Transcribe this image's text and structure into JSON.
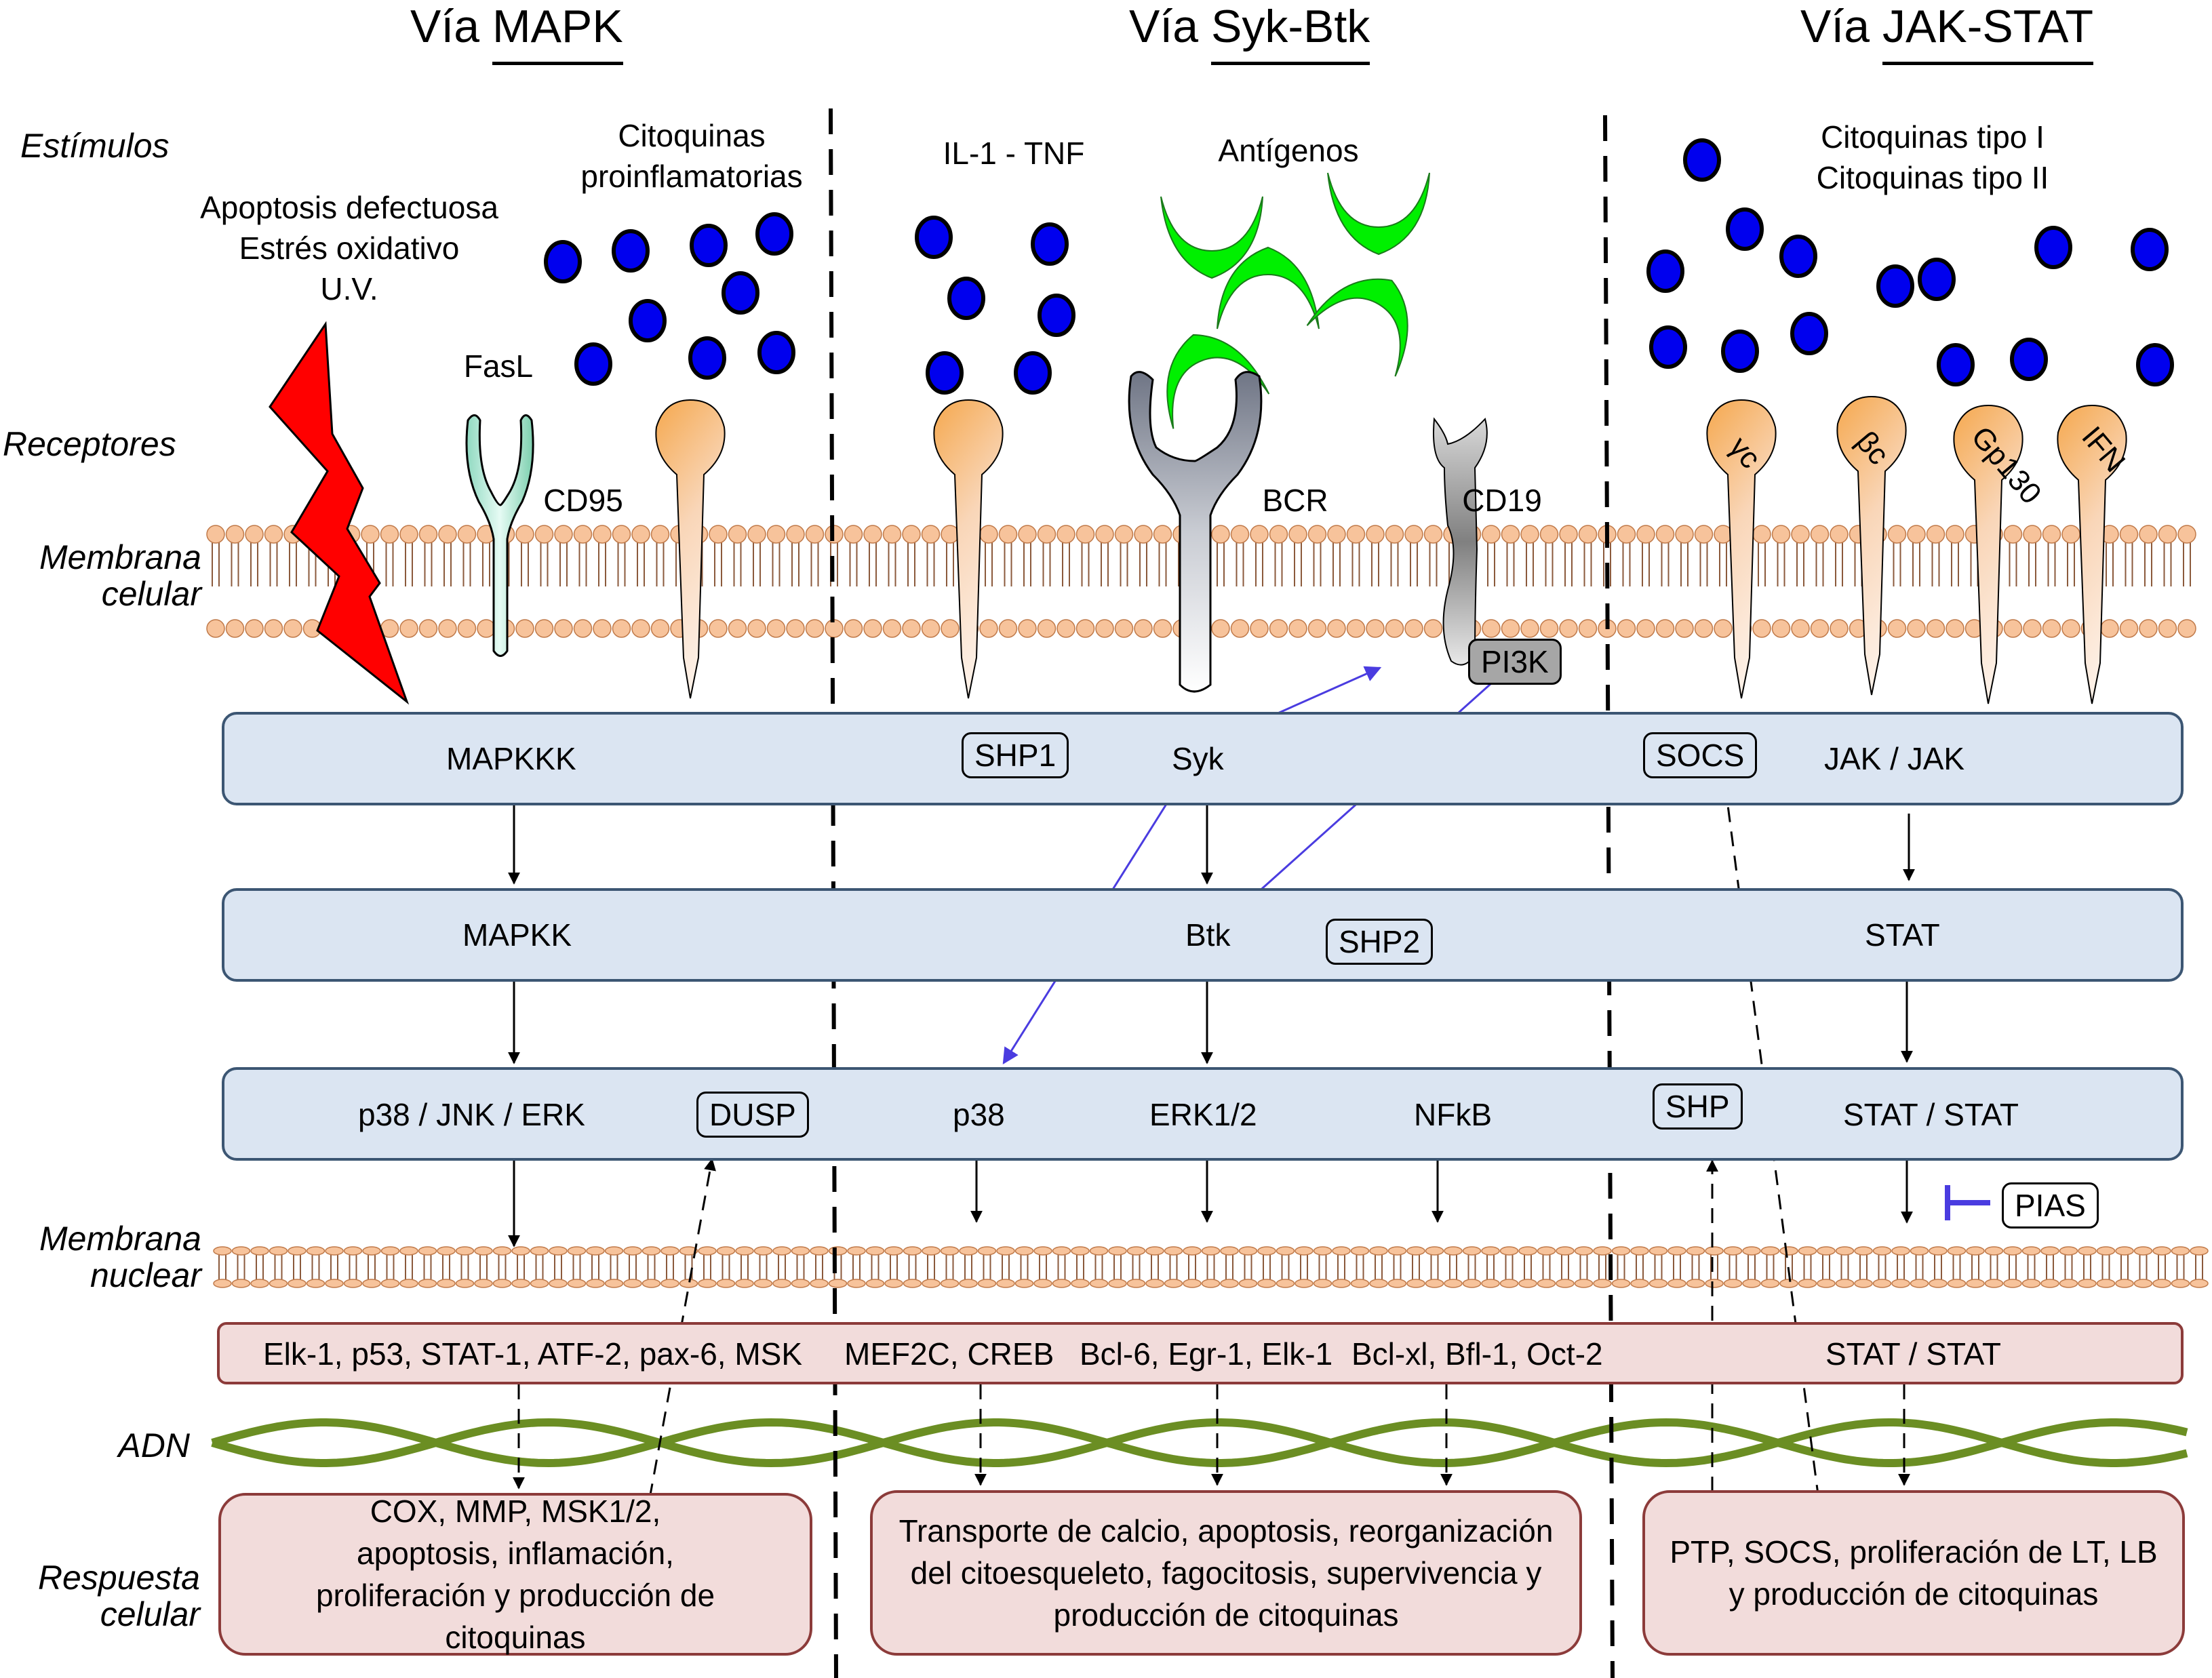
{
  "titles": {
    "mapk_prefix": "Vía",
    "mapk": "MAPK",
    "sykbtk_prefix": "Vía",
    "sykbtk": "Syk-Btk",
    "jakstat_prefix": "Vía",
    "jakstat": "JAK-STAT"
  },
  "side_labels": {
    "stimuli": "Estímulos",
    "receptors": "Receptores",
    "cell_membrane_1": "Membrana",
    "cell_membrane_2": "celular",
    "nuclear_membrane_1": "Membrana",
    "nuclear_membrane_2": "nuclear",
    "dna": "ADN",
    "response_1": "Respuesta",
    "response_2": "celular"
  },
  "stimuli": {
    "stress_1": "Apoptosis defectuosa",
    "stress_2": "Estrés oxidativo",
    "stress_3": "U.V.",
    "proinflam_1": "Citoquinas",
    "proinflam_2": "proinflamatorias",
    "il1_tnf": "IL-1 - TNF",
    "antigens": "Antígenos",
    "cyto_type1": "Citoquinas tipo I",
    "cyto_type2": "Citoquinas tipo II"
  },
  "receptors": {
    "fasl": "FasL",
    "cd95": "CD95",
    "bcr": "BCR",
    "cd19": "CD19",
    "gamma_c": "γc",
    "beta_c": "βc",
    "gp130": "Gp130",
    "ifn": "IFN"
  },
  "cascade": {
    "row1": {
      "mapk": "MAPKKK",
      "syk": "Syk",
      "jak": "JAK / JAK"
    },
    "row2": {
      "mapk": "MAPKK",
      "btk": "Btk",
      "stat": "STAT"
    },
    "row3": {
      "mapk": "p38 / JNK / ERK",
      "p38": "p38",
      "erk": "ERK1/2",
      "nfkb": "NFkB",
      "stat": "STAT / STAT"
    }
  },
  "inhibitors": {
    "shp1": "SHP1",
    "shp2": "SHP2",
    "pi3k": "PI3K",
    "socs": "SOCS",
    "shp": "SHP",
    "dusp": "DUSP",
    "pias": "PIAS"
  },
  "transcription_factors": {
    "mapk": "Elk-1, p53, STAT-1, ATF-2, pax-6, MSK",
    "syk_1": "MEF2C, CREB",
    "syk_2": "Bcl-6, Egr-1, Elk-1",
    "syk_3": "Bcl-xl, Bfl-1, Oct-2",
    "jak": "STAT /  STAT"
  },
  "responses": {
    "mapk_1": "COX, MMP, MSK1/2,",
    "mapk_2": "apoptosis, inflamación,",
    "mapk_3": "proliferación y producción de",
    "mapk_4": "citoquinas",
    "syk_1": "Transporte de calcio, apoptosis, reorganización",
    "syk_2": "del citoesqueleto, fagocitosis, supervivencia y",
    "syk_3": "producción de citoquinas",
    "jak_1": "PTP, SOCS, proliferación de LT, LB",
    "jak_2": "y producción de citoquinas"
  },
  "colors": {
    "ligand_blue": "#0000ee",
    "antigen_green": "#00f000",
    "lightning_red": "#ff0000",
    "inhibition_blue": "#4a3ce0",
    "cascade_fill": "#dbe5f2",
    "nucleus_fill": "#f2dcdb",
    "receptor_orange": "#f5a84e",
    "lipid_head": "#f7c39b",
    "dna_green": "#6b8e23"
  }
}
